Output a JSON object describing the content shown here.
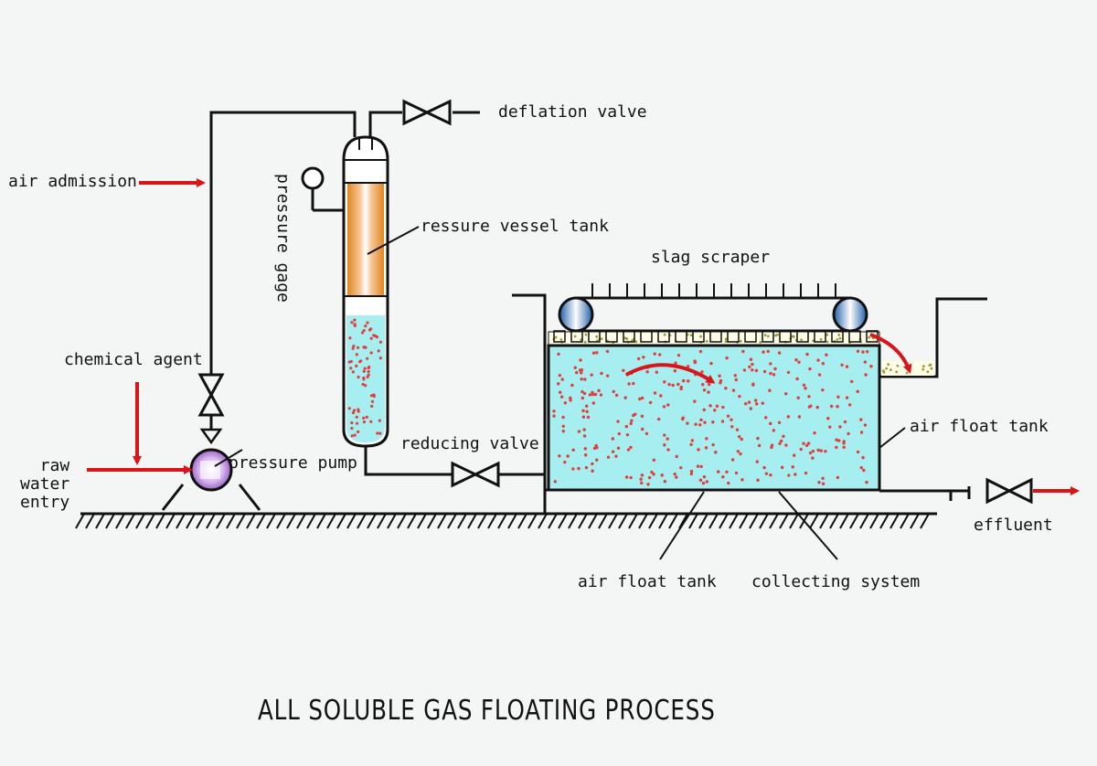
{
  "labels": {
    "deflation_valve": "deflation valve",
    "air_admission": "air admission",
    "pressure_gage": "pressure gage",
    "pressure_vessel_tank": "ressure vessel tank",
    "slag_scraper": "slag scraper",
    "chemical_agent": "chemical agent",
    "raw_water_line1": "raw",
    "raw_water_line2": "water",
    "raw_water_line3": "entry",
    "pressure_pump": "pressure pump",
    "reducing_valve": "reducing valve",
    "air_float_tank_side": "air float tank",
    "effluent": "effluent",
    "air_float_tank_bottom": "air float tank",
    "collecting_system": "collecting system"
  },
  "title": "ALL SOLUBLE GAS FLOATING PROCESS",
  "colors": {
    "line": "#111111",
    "arrow_red": "#d9141b",
    "water": "#a6eef0",
    "bubble": "#e0403c",
    "vessel_orange": "#e1871f",
    "pump_purple": "#b58ad6"
  },
  "icons": [
    "valve-icon",
    "pressure-gauge-icon",
    "pump-icon",
    "scraper-roller-icon",
    "flow-arrow-icon",
    "ground-hatch-icon"
  ]
}
